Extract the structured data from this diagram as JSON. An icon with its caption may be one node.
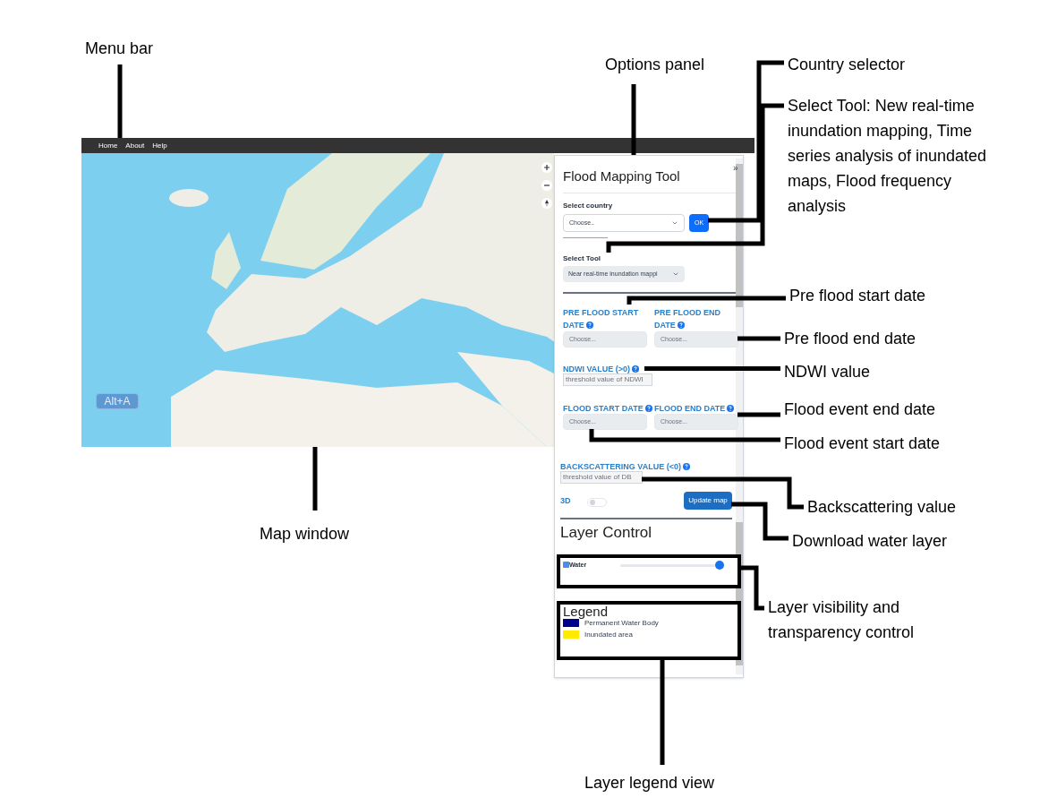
{
  "diagram": {
    "nodes": [
      {
        "text": [
          "Menu bar"
        ]
      },
      {
        "text": [
          "Home",
          "About",
          "Help"
        ]
      },
      {
        "text": [
          "Options panel"
        ]
      },
      {
        "text": [
          "Flood Mapping Tool"
        ]
      },
      {
        "text": [
          "Country selector"
        ]
      },
      {
        "text": [
          "OK"
        ],
        "in": 3
      },
      {
        "text": [
          "Select Tool: New real-time inundation mapping, Time series analysis of inundated maps, Flood frequency analysis"
        ]
      },
      {
        "text": [
          "Select Tool"
        ],
        "in": 3
      },
      {
        "text": [
          "Pre flood start date"
        ]
      },
      {
        "text": [
          "PRE FLOOD START DATE"
        ],
        "in": 3
      },
      {
        "text": [
          "Pre flood end date"
        ]
      },
      {
        "text": [
          "Choose..."
        ],
        "in": 3
      },
      {
        "text": [
          "NDWI value"
        ]
      },
      {
        "text": [
          "NDWI VALUE (>0)"
        ],
        "in": 3
      },
      {
        "text": [
          "Flood event end date"
        ]
      },
      {
        "text": [
          "Choose..."
        ],
        "in": 3
      },
      {
        "text": [
          "Flood event start date"
        ]
      },
      {
        "text": [
          "Choose..."
        ],
        "in": 3
      },
      {
        "text": [
          "Backscattering value"
        ]
      },
      {
        "text": [
          "threshold value of DB"
        ],
        "in": 3
      },
      {
        "text": [
          "Download water layer"
        ]
      },
      {
        "text": [
          "Update map"
        ],
        "in": 3
      },
      {
        "text": [
          "Map window"
        ]
      },
      {
        "text": [],
        "shape": "picture"
      },
      {
        "text": [
          "Layer visibility and transparency control"
        ]
      },
      {
        "text": [
          "Water"
        ],
        "in": 3
      },
      {
        "text": [
          "Layer legend view"
        ]
      },
      {
        "text": [
          "Legend"
        ],
        "in": 3
      },
      {
        "text": [
          "Choose..."
        ],
        "in": 3
      },
      {
        "text": [
          "threshold value of NDWI"
        ],
        "in": 3
      }
    ],
    "edges": [
      {
        "from": 0,
        "to": 1,
        "arrow": "none"
      },
      {
        "from": 2,
        "to": 3,
        "arrow": "none"
      },
      {
        "from": 4,
        "to": 5,
        "arrow": "none"
      },
      {
        "from": 6,
        "to": 7,
        "arrow": "none"
      },
      {
        "from": 8,
        "to": 9,
        "arrow": "none"
      },
      {
        "from": 10,
        "to": 11,
        "arrow": "none"
      },
      {
        "from": 12,
        "to": 13,
        "arrow": "none"
      },
      {
        "from": 14,
        "to": 15,
        "arrow": "none"
      },
      {
        "from": 16,
        "to": 17,
        "arrow": "none"
      },
      {
        "from": 18,
        "to": 19,
        "arrow": "none"
      },
      {
        "from": 20,
        "to": 21,
        "arrow": "none"
      },
      {
        "from": 22,
        "to": 23,
        "arrow": "none"
      },
      {
        "from": 24,
        "to": 25,
        "arrow": "none"
      },
      {
        "from": 26,
        "to": 27,
        "arrow": "none"
      }
    ],
    "labels": [
      "»",
      "Select country",
      "Choose..",
      "Near real-time inundation mappi",
      "PRE FLOOD END DATE",
      "FLOOD START DATE",
      "FLOOD END DATE",
      "BACKSCATTERING VALUE (<0)",
      "3D",
      "Layer Control",
      "Alt+A"
    ],
    "legend": [
      {
        "text": "Permanent Water Body",
        "color": "#00008b"
      },
      {
        "text": "Inundated area",
        "color": "#ffea00"
      }
    ]
  }
}
